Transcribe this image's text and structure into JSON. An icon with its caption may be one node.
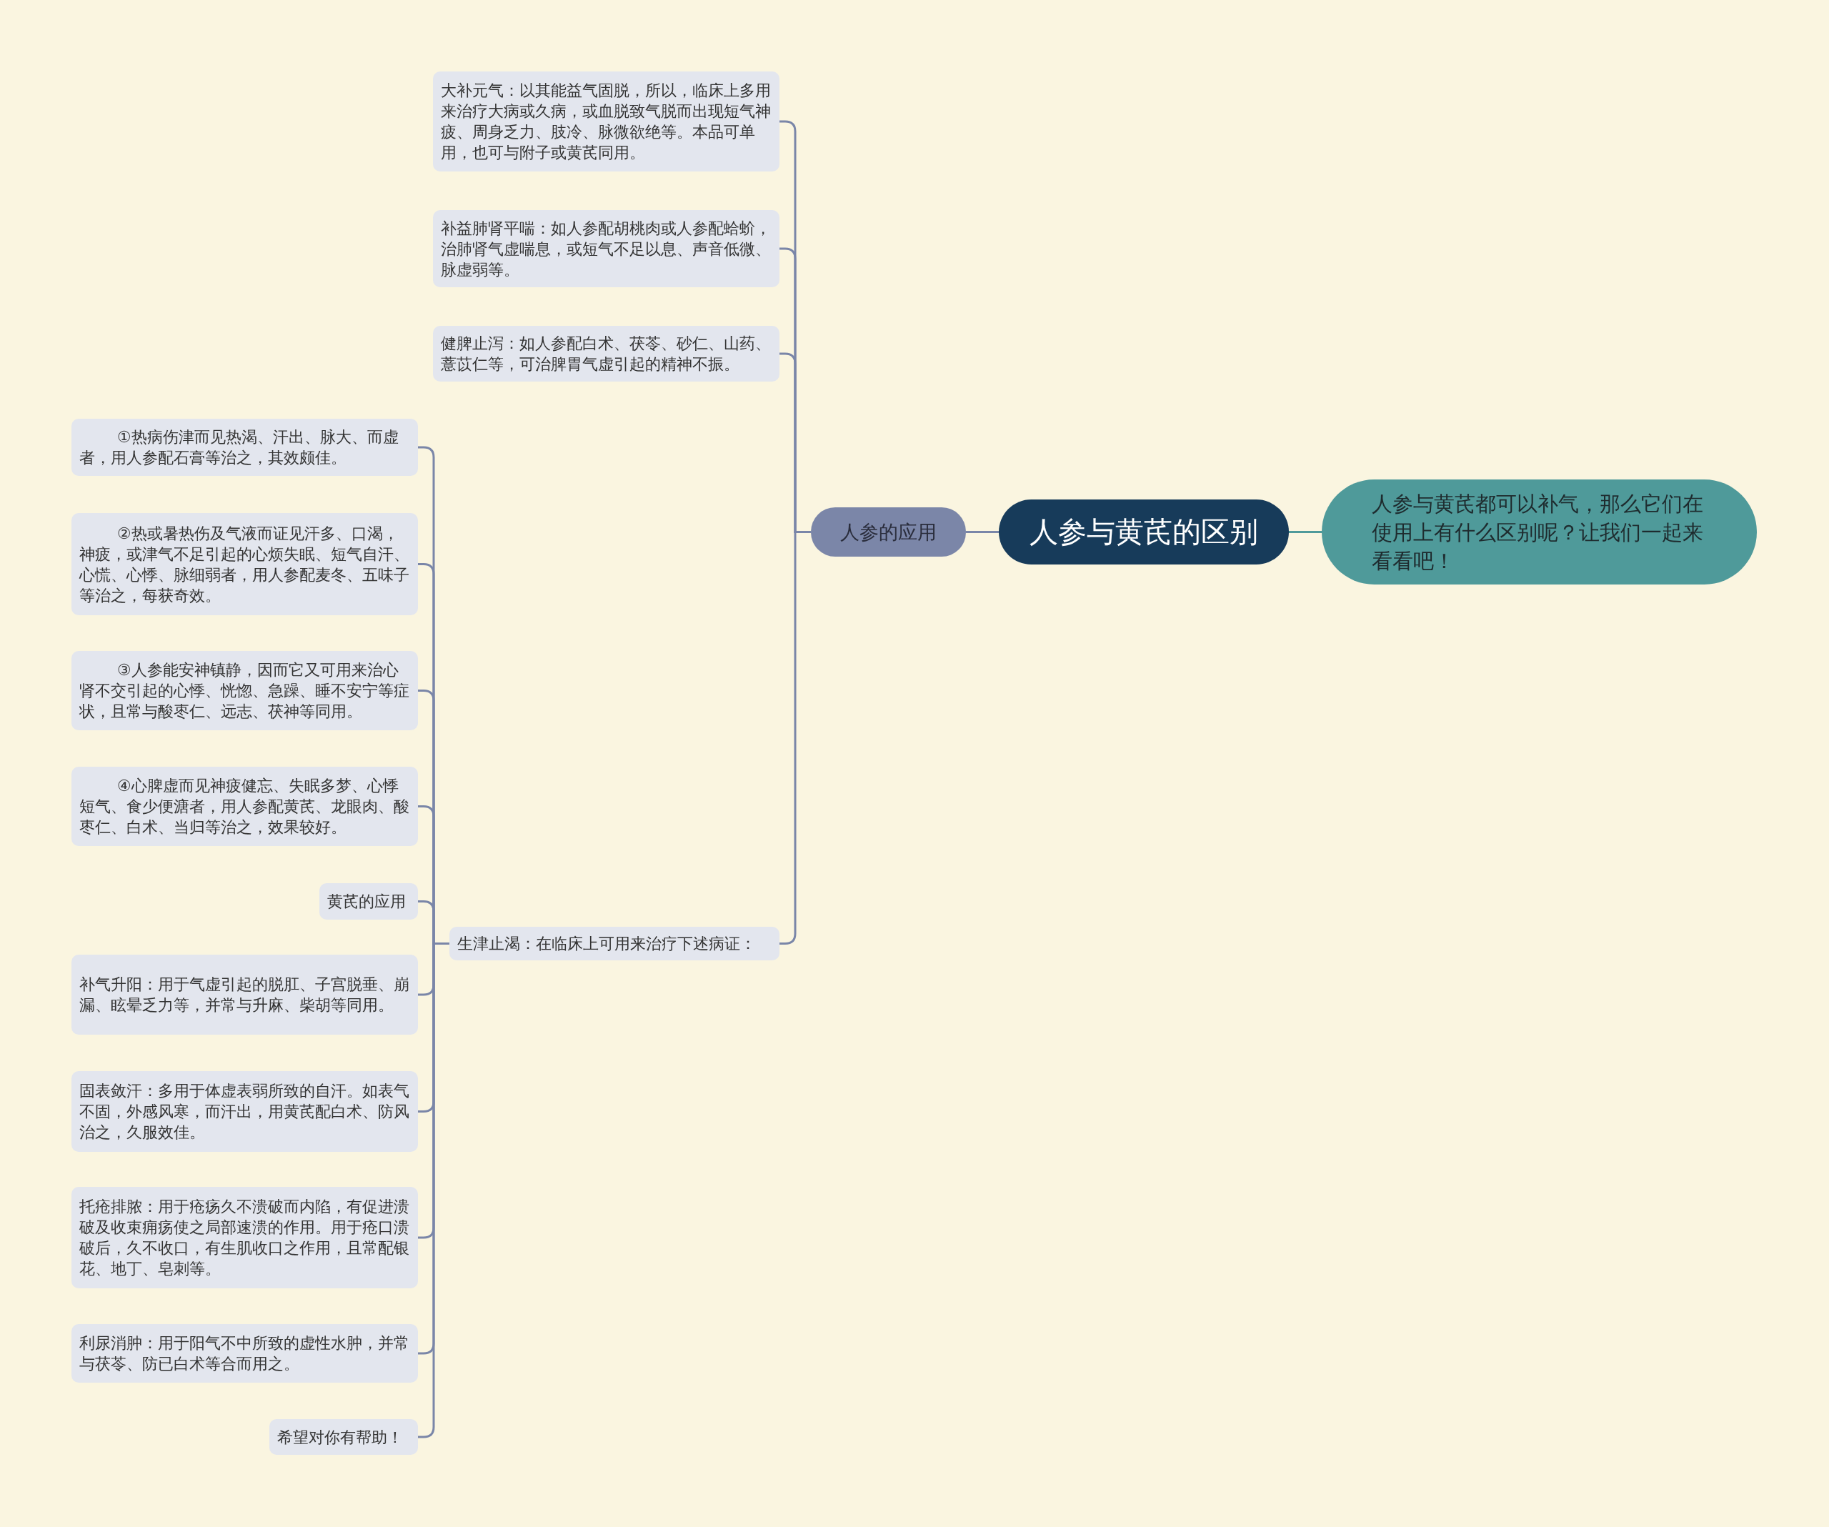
{
  "diagram": {
    "nodes": [
      {
        "text": [
          "人参与黄芪的区别"
        ]
      },
      {
        "text": [
          "人参与黄芪都可以补气，那么它们在使用上有什么区别呢？让我们一起来看看吧！"
        ]
      },
      {
        "text": [
          "人参的应用"
        ]
      },
      {
        "text": [
          "大补元气：以其能益气固脱，所以，临床上多用来治疗大病或久病，或血脱致气脱而出现短气神疲、周身乏力、肢冷、脉微欲绝等。本品可单用，也可与附子或黄芪同用。"
        ]
      },
      {
        "text": [
          "补益肺肾平喘：如人参配胡桃肉或人参配蛤蚧，治肺肾气虚喘息，或短气不足以息、声音低微、脉虚弱等。"
        ]
      },
      {
        "text": [
          "健脾止泻：如人参配白术、茯苓、砂仁、山药、薏苡仁等，可治脾胃气虚引起的精神不振。"
        ]
      },
      {
        "text": [
          "生津止渴：在临床上可用来治疗下述病证："
        ]
      },
      {
        "text": [
          "①热病伤津而见热渴、汗出、脉大、而虚者，用人参配石膏等治之，其效颇佳。"
        ]
      },
      {
        "text": [
          "②热或暑热伤及气液而证见汗多、口渴，神疲，或津气不足引起的心烦失眠、短气自汗、心慌、心悸、脉细弱者，用人参配麦冬、五味子等治之，每获奇效。"
        ]
      },
      {
        "text": [
          "③人参能安神镇静，因而它又可用来治心肾不交引起的心悸、恍惚、急躁、睡不安宁等症状，且常与酸枣仁、远志、茯神等同用。"
        ]
      },
      {
        "text": [
          "④心脾虚而见神疲健忘、失眠多梦、心悸短气、食少便溏者，用人参配黄芪、龙眼肉、酸枣仁、白术、当归等治之，效果较好。"
        ]
      },
      {
        "text": [
          "黄芪的应用"
        ]
      },
      {
        "text": [
          "补气升阳：用于气虚引起的脱肛、子宫脱垂、崩漏、眩晕乏力等，并常与升麻、柴胡等同用。"
        ]
      },
      {
        "text": [
          "固表敛汗：多用于体虚表弱所致的自汗。如表气不固，外感风寒，而汗出，用黄芪配白术、防风治之，久服效佳。"
        ]
      },
      {
        "text": [
          "托疮排脓：用于疮疡久不溃破而内陷，有促进溃破及收束痈疡使之局部速溃的作用。用于疮口溃破后，久不收口，有生肌收口之作用，且常配银花、地丁、皂刺等。"
        ]
      },
      {
        "text": [
          "利尿消肿：用于阳气不中所致的虚性水肿，并常与茯苓、防已白术等合而用之。"
        ]
      },
      {
        "text": [
          "希望对你有帮助！"
        ]
      }
    ],
    "edges": [
      {
        "from": 0,
        "to": 1,
        "arrow": "none",
        "color": "#4f9a9a"
      },
      {
        "from": 0,
        "to": 2,
        "arrow": "none"
      },
      {
        "from": 2,
        "to": 3,
        "arrow": "none"
      },
      {
        "from": 2,
        "to": 4,
        "arrow": "none"
      },
      {
        "from": 2,
        "to": 5,
        "arrow": "none"
      },
      {
        "from": 2,
        "to": 6,
        "arrow": "none"
      },
      {
        "from": 6,
        "to": 7,
        "arrow": "none"
      },
      {
        "from": 6,
        "to": 8,
        "arrow": "none"
      },
      {
        "from": 6,
        "to": 9,
        "arrow": "none"
      },
      {
        "from": 6,
        "to": 10,
        "arrow": "none"
      },
      {
        "from": 6,
        "to": 11,
        "arrow": "none"
      },
      {
        "from": 6,
        "to": 12,
        "arrow": "none"
      },
      {
        "from": 6,
        "to": 13,
        "arrow": "none"
      },
      {
        "from": 6,
        "to": 14,
        "arrow": "none"
      },
      {
        "from": 6,
        "to": 15,
        "arrow": "none"
      },
      {
        "from": 6,
        "to": 16,
        "arrow": "none"
      }
    ]
  }
}
